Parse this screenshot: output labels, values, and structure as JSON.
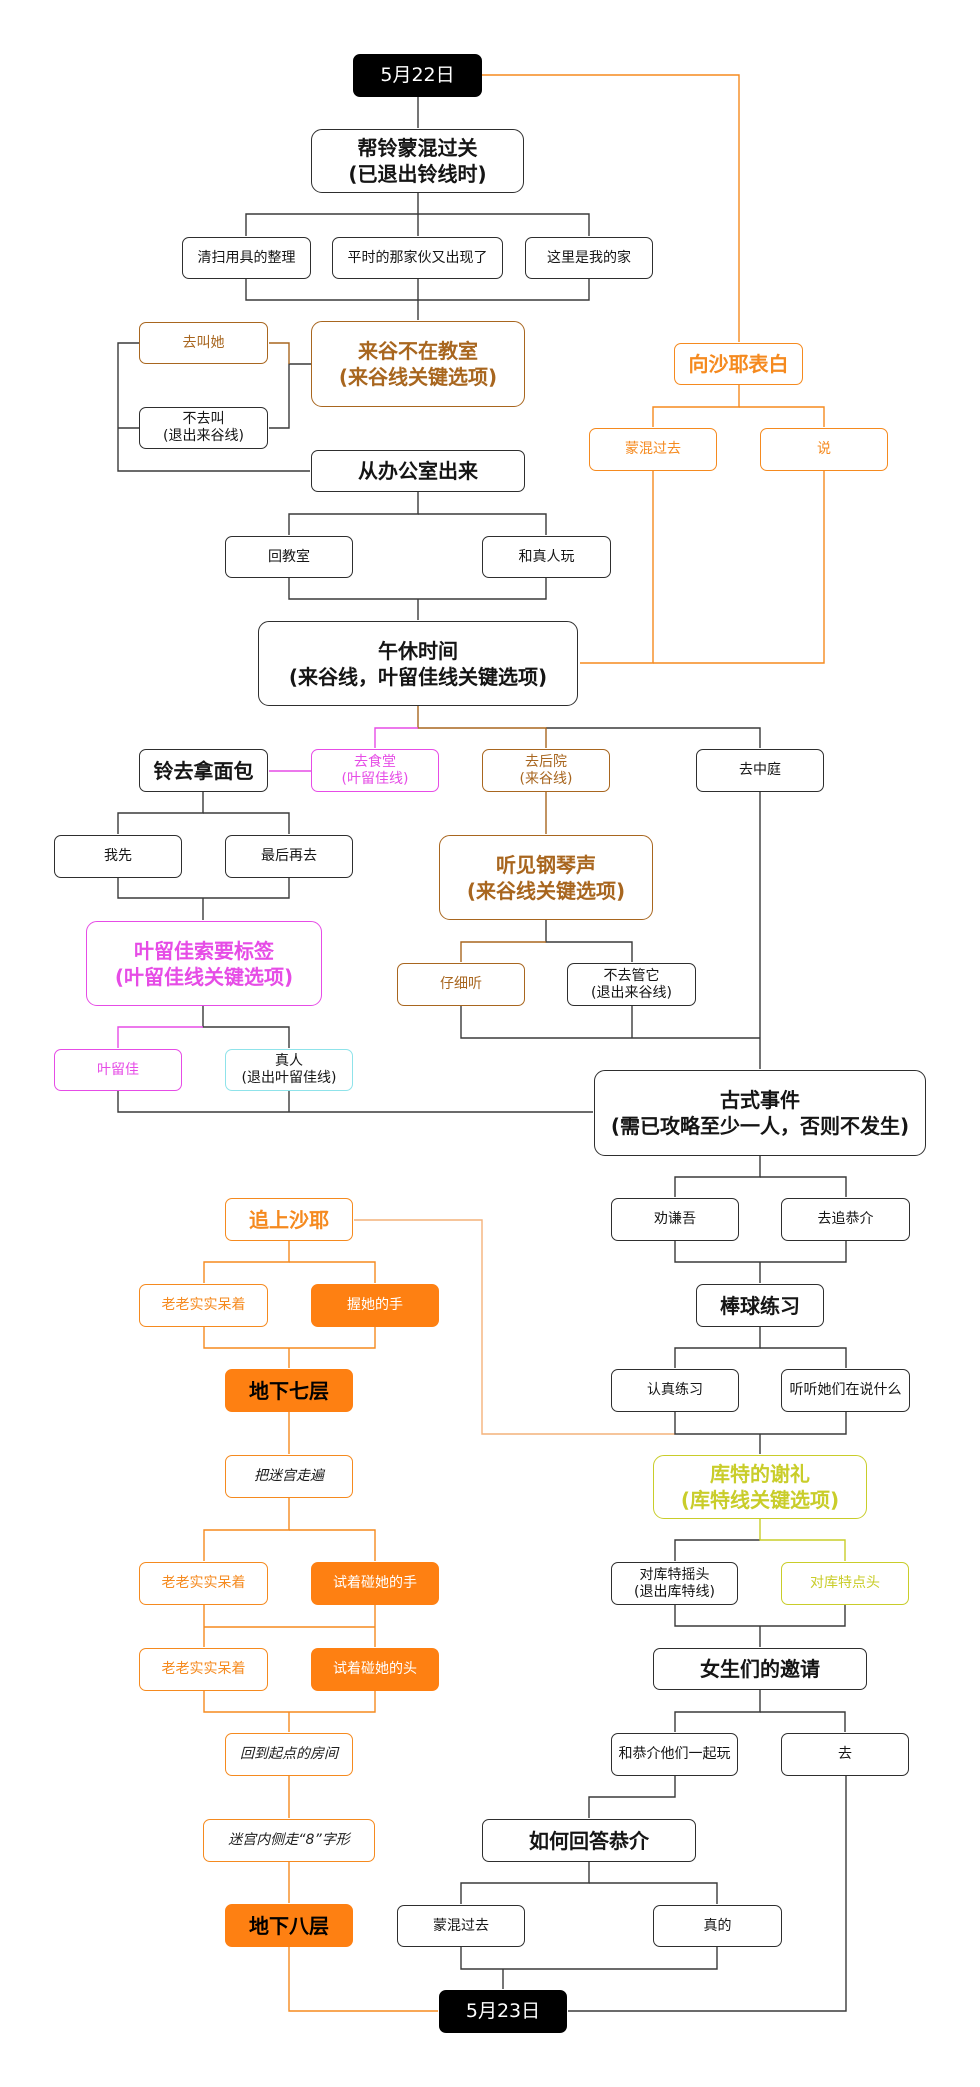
{
  "diagram": {
    "type": "flowchart",
    "start": "5月22日",
    "end": "5月23日",
    "nodes": {
      "help_rin": "帮铃蒙混过关\n(已退出铃线时)",
      "cleaning": "清扫用具的整理",
      "that_guy": "平时的那家伙又出现了",
      "my_home": "这里是我的家",
      "kurugaya_absent": "来谷不在教室\n(来谷线关键选项)",
      "go_call": "去叫她",
      "not_call": "不去叫\n(退出来谷线)",
      "out_office": "从办公室出来",
      "back_class": "回教室",
      "play_masato": "和真人玩",
      "lunch": "午休时间\n(来谷线，叶留佳线关键选项)",
      "confess_saya": "向沙耶表白",
      "dodge": "蒙混过去",
      "say": "说",
      "rin_bread": "铃去拿面包",
      "cafeteria": "去食堂\n(叶留佳线)",
      "backyard": "去后院\n(来谷线)",
      "courtyard": "去中庭",
      "me_first": "我先",
      "go_last": "最后再去",
      "piano": "听见钢琴声\n(来谷线关键选项)",
      "haruka_tag": "叶留佳索要标签\n(叶留佳线关键选项)",
      "listen": "仔细听",
      "ignore": "不去管它\n(退出来谷线)",
      "haruka": "叶留佳",
      "masato": "真人\n(退出叶留佳线)",
      "ancient": "古式事件\n(需已攻略至少一人，否则不发生)",
      "persuade": "劝谦吾",
      "chase_kyousuke": "去追恭介",
      "baseball": "棒球练习",
      "practice": "认真练习",
      "listen_girls": "听听她们在说什么",
      "kud_thanks": "库特的谢礼\n(库特线关键选项)",
      "shake_head": "对库特摇头\n(退出库特线)",
      "nod_head": "对库特点头",
      "girls_invite": "女生们的邀请",
      "play_kyousuke": "和恭介他们一起玩",
      "go": "去",
      "answer_kyousuke": "如何回答恭介",
      "dodge2": "蒙混过去",
      "truth": "真的",
      "chase_saya": "追上沙耶",
      "stay1": "老老实实呆着",
      "hold_hand": "握她的手",
      "b7": "地下七层",
      "explore": "把迷宫走遍",
      "stay2": "老老实实呆着",
      "touch_hand": "试着碰她的手",
      "stay3": "老老实实呆着",
      "touch_head": "试着碰她的头",
      "return_room": "回到起点的房间",
      "figure8": "迷宫内侧走“8”字形",
      "b8": "地下八层"
    }
  },
  "routes": {
    "kurugaya": {
      "name": "来谷线",
      "color": "#a8661f"
    },
    "haruka": {
      "name": "叶留佳线",
      "color": "#e64ce6"
    },
    "saya": {
      "name": "沙耶",
      "color": "#f58a1f",
      "fill": "#fe8012",
      "loop_color": "#f4b27a"
    },
    "kud": {
      "name": "库特线",
      "color": "#c9cd2a"
    },
    "masato_exit": {
      "color": "#8fe3ea"
    },
    "default": {
      "color": "#3a3a3a",
      "date_fill": "#000000"
    }
  }
}
